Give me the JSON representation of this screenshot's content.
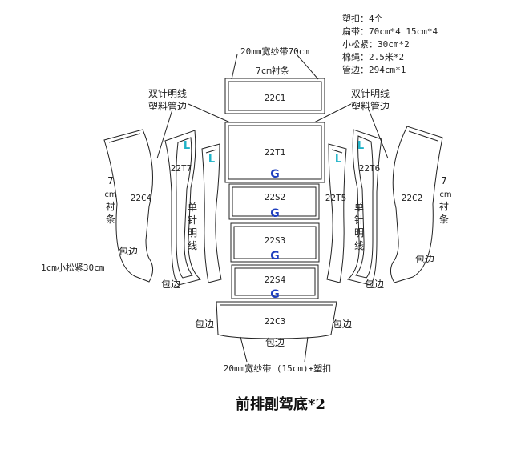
{
  "notes": [
    "塑扣：4个",
    "扁带：70cm*4  15cm*4",
    "小松紧：30cm*2",
    "棉绳：2.5米*2",
    "管边：294cm*1"
  ],
  "labels": {
    "top_tape": "20mm宽纱带70cm",
    "top_lining": "7cm衬条",
    "left_twin_needle": [
      "双针明线",
      "塑料管边"
    ],
    "right_twin_needle": [
      "双针明线",
      "塑料管边"
    ],
    "left_lining": [
      "7",
      "cm",
      "衬",
      "条"
    ],
    "right_lining": [
      "7",
      "cm",
      "衬",
      "条"
    ],
    "left_single": [
      "单",
      "针",
      "明",
      "线"
    ],
    "right_single": [
      "单",
      "针",
      "明",
      "线"
    ],
    "hem": "包边",
    "elastic": "1cm小松紧30cm",
    "bottom_tape": "20mm宽纱带  (15cm)+塑扣",
    "L": "L",
    "G": "G"
  },
  "pieces": {
    "c1": "22C1",
    "t1": "22T1",
    "s2": "22S2",
    "s3": "22S3",
    "s4": "22S4",
    "c3": "22C3",
    "c4": "22C4",
    "c2": "22C2",
    "t7": "22T7",
    "t6": "22T6",
    "t5": "22T5"
  },
  "title": "前排副驾底*2",
  "colors": {
    "line": "#222222",
    "L": "#1fb3c8",
    "G": "#1f3fbf"
  }
}
